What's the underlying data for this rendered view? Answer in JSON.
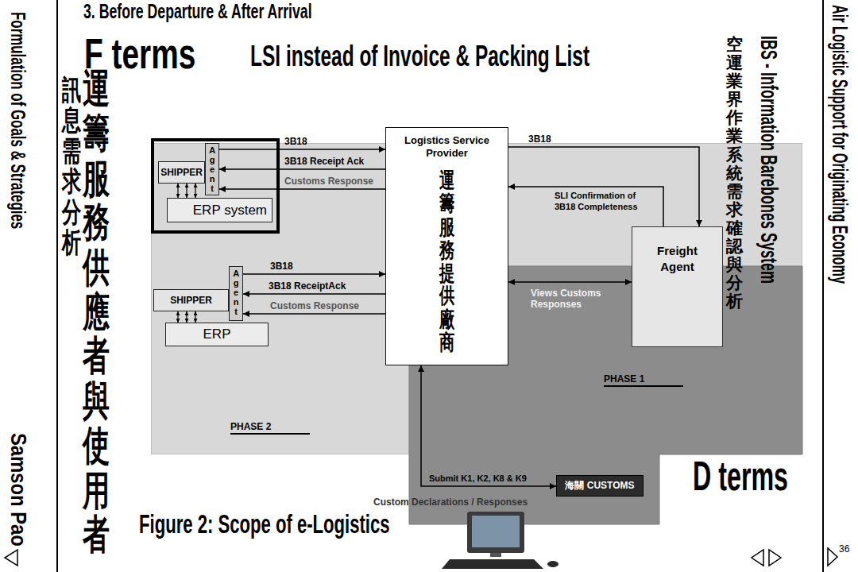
{
  "diagram": {
    "title": "3. Before Departure & After Arrival",
    "caption": "Figure 2: Scope of e-Logistics",
    "nodes": [
      {
        "text": [
          "PHASE 2"
        ]
      },
      {
        "text": [
          "Agent"
        ],
        "in": 0
      },
      {
        "text": [
          "SHIPPER"
        ],
        "in": 0
      },
      {
        "text": [
          "ERP system"
        ],
        "in": 0
      },
      {
        "text": [
          "Logistics Service Provider",
          "運籌服務提供廠商"
        ]
      },
      {
        "text": [
          "Freight Agent"
        ]
      },
      {
        "text": [
          "PHASE 1"
        ]
      },
      {
        "text": [
          "Agent"
        ],
        "in": 0
      },
      {
        "text": [
          "SHIPPER"
        ],
        "in": 0
      },
      {
        "text": [
          "ERP"
        ],
        "in": 0
      },
      {
        "text": [
          "海關 CUSTOMS"
        ],
        "in": 6
      }
    ],
    "edges": [
      {
        "from": 1,
        "to": 4,
        "label": "3B18",
        "arrow": "to"
      },
      {
        "from": 4,
        "to": 1,
        "label": "3B18 Receipt Ack",
        "arrow": "to"
      },
      {
        "from": 4,
        "to": 1,
        "label": "Customs Response",
        "arrow": "to"
      },
      {
        "from": 4,
        "to": 5,
        "label": "3B18",
        "arrow": "to"
      },
      {
        "from": 5,
        "to": 4,
        "label": "SLI Confirmation of 3B18 Completeness",
        "arrow": "to"
      },
      {
        "from": 4,
        "to": 5,
        "label": "Views Customs Responses",
        "arrow": "both"
      },
      {
        "from": 7,
        "to": 4,
        "label": "3B18",
        "arrow": "to"
      },
      {
        "from": 4,
        "to": 7,
        "label": "3B18 ReceiptAck",
        "arrow": "to"
      },
      {
        "from": 4,
        "to": 7,
        "label": "Customs Response",
        "arrow": "to"
      },
      {
        "from": 4,
        "to": 10,
        "label": "Submit K1, K2, K8 & K9",
        "arrow": "both"
      },
      {
        "from": 2,
        "to": 3,
        "arrow": "both"
      },
      {
        "from": 2,
        "to": 3,
        "arrow": "both"
      },
      {
        "from": 2,
        "to": 3,
        "arrow": "both"
      },
      {
        "from": 8,
        "to": 9,
        "arrow": "both"
      },
      {
        "from": 8,
        "to": 9,
        "arrow": "both"
      },
      {
        "from": 8,
        "to": 9,
        "arrow": "both"
      }
    ],
    "labels": [
      "F terms",
      "LSI instead of Invoice & Packing List",
      "D terms",
      "Formulation of Goals & Strategies",
      "Samson Pao",
      "運籌服務供應者與使用者",
      "訊息需求分析",
      "空運業界作業系統需求確認與分析",
      "IBS - Information Barebones System",
      "Air Logistic Support for Originating Economy",
      "Custom Declarations / Responses",
      "36"
    ]
  }
}
